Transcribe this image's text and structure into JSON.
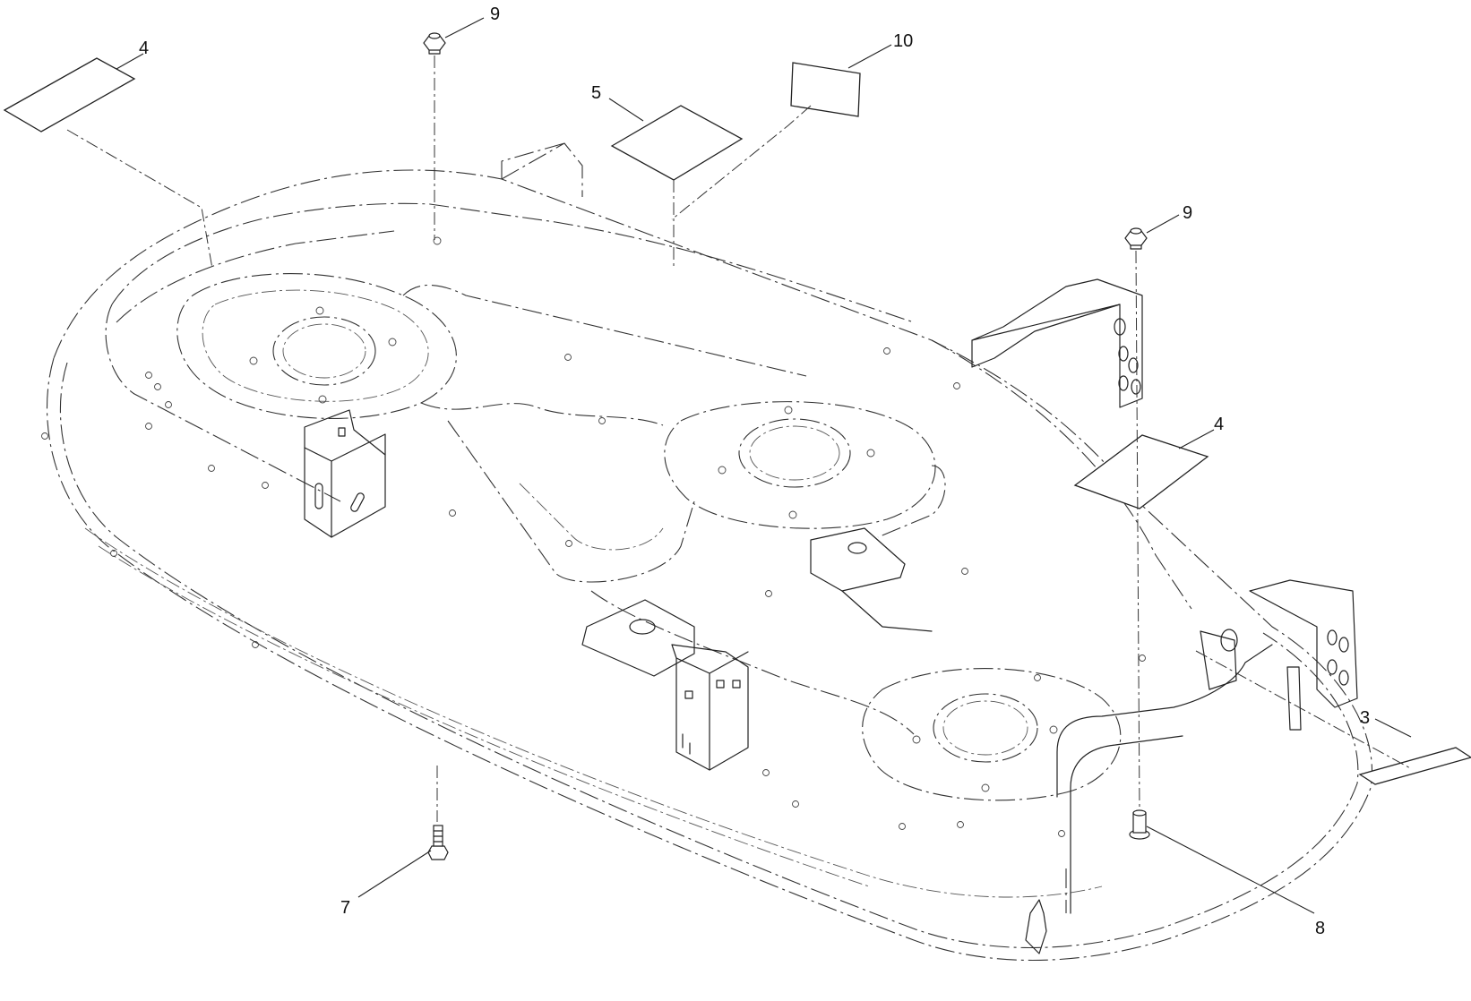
{
  "callouts": [
    {
      "id": "c3",
      "label": "3"
    },
    {
      "id": "c4a",
      "label": "4"
    },
    {
      "id": "c4b",
      "label": "4"
    },
    {
      "id": "c5",
      "label": "5"
    },
    {
      "id": "c7",
      "label": "7"
    },
    {
      "id": "c8",
      "label": "8"
    },
    {
      "id": "c9a",
      "label": "9"
    },
    {
      "id": "c9b",
      "label": "9"
    },
    {
      "id": "c10",
      "label": "10"
    }
  ],
  "colors": {
    "line": "#222222",
    "background": "#ffffff"
  }
}
